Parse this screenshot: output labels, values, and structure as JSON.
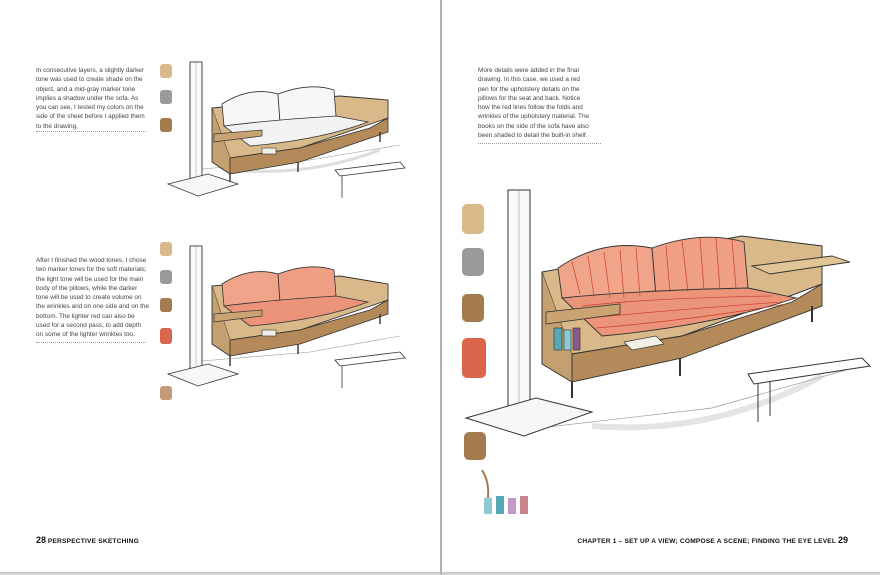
{
  "left_page": {
    "caption_1": "In consecutive layers, a slightly darker tone was used to create shade on the object, and a mid-gray marker tone implies a shadow under the sofa. As you can see, I tested my colors on the side of the sheet before I applied them to the drawing.",
    "caption_2": "After I finished the wood tones, I chose two marker tones for the soft materials; the light tone will be used for the main body of the pillows, while the darker tone will be used to create volume on the wrinkles and on one side and on the bottom. The lighter red can also be used for a second pass, to add depth on some of the lighter wrinkles too.",
    "page_number": "28",
    "running_title": "PERSPECTIVE SKETCHING"
  },
  "right_page": {
    "caption_1": "More details were added in the final drawing. In this case, we used a red pen for the upholstery details on the pillows for the seat and back. Notice how the red lines follow the folds and wrinkles of the upholstery material. The books on the side of the sofa have also been shaded to detail the built-in shelf.",
    "running_title": "CHAPTER 1 – SET UP A VIEW; COMPOSE A SCENE; FINDING THE EYE LEVEL",
    "page_number": "29"
  },
  "colors": {
    "wood_light": "#d9b98a",
    "wood_dark": "#a47b4e",
    "gray_marker": "#8c8c8c",
    "cushion_white": "#f4f4f4",
    "cushion_red_light": "#f0a58a",
    "cushion_red_dark": "#d9664a",
    "book_teal": "#56a8b4",
    "book_purple": "#8a5a8c"
  },
  "swatches": {
    "sketch_1": [
      "wood_light",
      "gray_marker",
      "wood_dark"
    ],
    "sketch_2": [
      "wood_light",
      "gray_marker",
      "wood_dark",
      "cushion_red_dark",
      "cushion_red_light"
    ],
    "sketch_3": [
      "wood_light",
      "gray_marker",
      "wood_dark",
      "cushion_red_dark",
      "wood_dark",
      "book_teal"
    ]
  }
}
